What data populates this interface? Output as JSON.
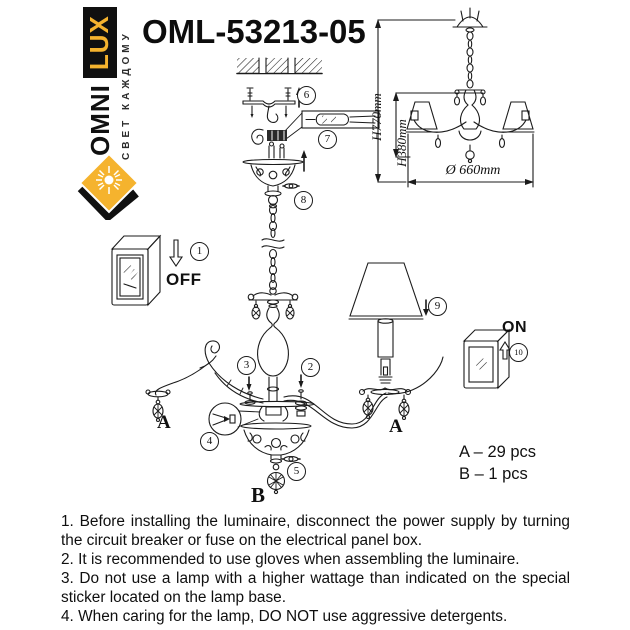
{
  "brand": {
    "wordmark_primary": "OMNI",
    "wordmark_accent": "LUX",
    "tagline": "СВЕТ КАЖДОМУ"
  },
  "product": {
    "model": "OML-53213-05"
  },
  "dimensions": {
    "total_height": "H770mm",
    "body_height": "H380mm",
    "diameter": "Ø 660mm"
  },
  "step_numbers": [
    "1",
    "2",
    "3",
    "4",
    "5",
    "6",
    "7",
    "8",
    "9",
    "10"
  ],
  "switch_labels": {
    "off": "OFF",
    "on": "ON"
  },
  "part_labels": {
    "a": "A",
    "b": "B"
  },
  "parts_count": {
    "a": "A – 29 pcs",
    "b": "B – 1 pcs"
  },
  "instructions": [
    "1. Before installing the luminaire, disconnect the power supply by turning the circuit breaker or fuse on the electrical panel box.",
    "2. It is recommended to use gloves when assembling the luminaire.",
    "3. Do not use a lamp with a higher wattage than indicated on the special sticker located on the lamp base.",
    "4. When caring for the lamp, DO NOT use aggressive detergents."
  ],
  "colors": {
    "brand_yellow": "#F5B32E",
    "ink": "#1b1b1b"
  }
}
